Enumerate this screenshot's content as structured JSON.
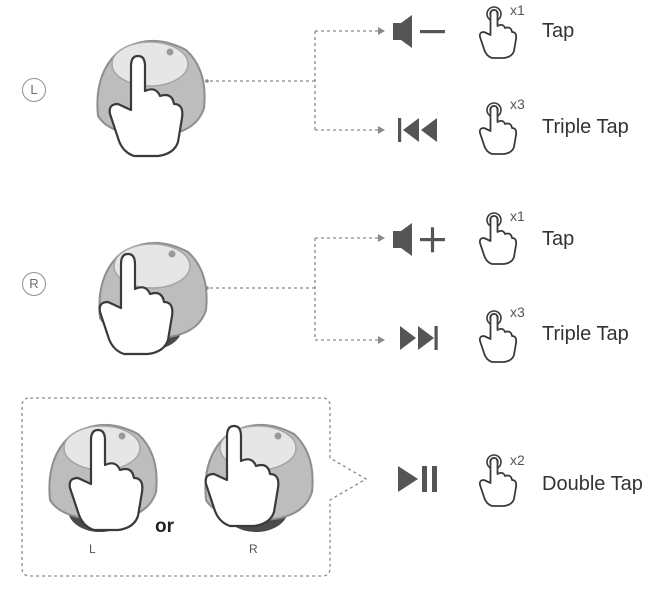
{
  "colors": {
    "line": "#8a8a8a",
    "icon": "#555555",
    "bud_body": "#b7b7b7",
    "bud_top": "#e3e3e3",
    "tip": "#444444",
    "press": "#e05a2b"
  },
  "left_section": {
    "badge": "L",
    "actions": [
      {
        "icon": "volume-down-icon",
        "count": "x1",
        "label": "Tap"
      },
      {
        "icon": "previous-track-icon",
        "count": "x3",
        "label": "Triple Tap"
      }
    ]
  },
  "right_section": {
    "badge": "R",
    "actions": [
      {
        "icon": "volume-up-icon",
        "count": "x1",
        "label": "Tap"
      },
      {
        "icon": "next-track-icon",
        "count": "x3",
        "label": "Triple Tap"
      }
    ]
  },
  "both_section": {
    "left_label": "L",
    "or_label": "or",
    "right_label": "R",
    "action": {
      "icon": "play-pause-icon",
      "count": "x2",
      "label": "Double Tap"
    }
  }
}
